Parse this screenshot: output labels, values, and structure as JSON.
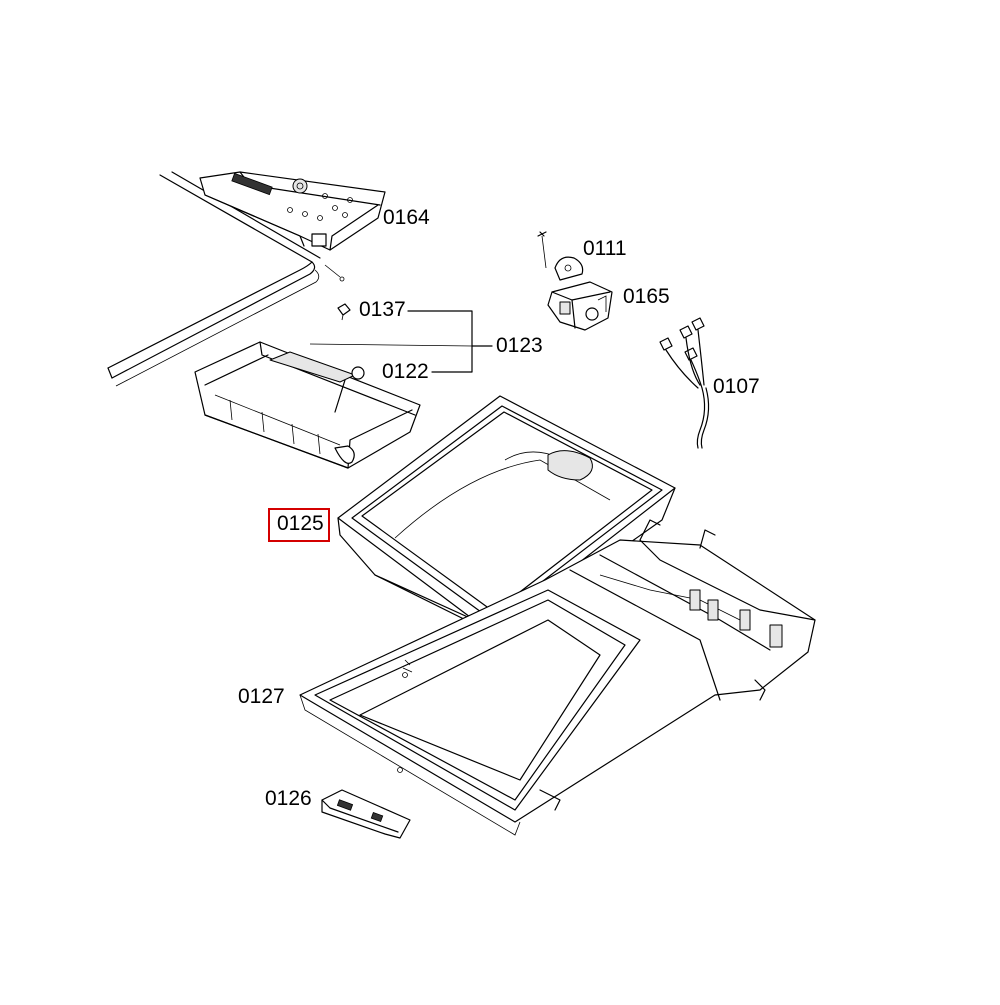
{
  "diagram": {
    "labels": {
      "p0164": "0164",
      "p0111": "0111",
      "p0165": "0165",
      "p0137": "0137",
      "p0123": "0123",
      "p0122": "0122",
      "p0107": "0107",
      "p0125": "0125",
      "p0127": "0127",
      "p0126": "0126"
    },
    "highlighted_part": "0125",
    "highlight_color": "#d40000"
  }
}
